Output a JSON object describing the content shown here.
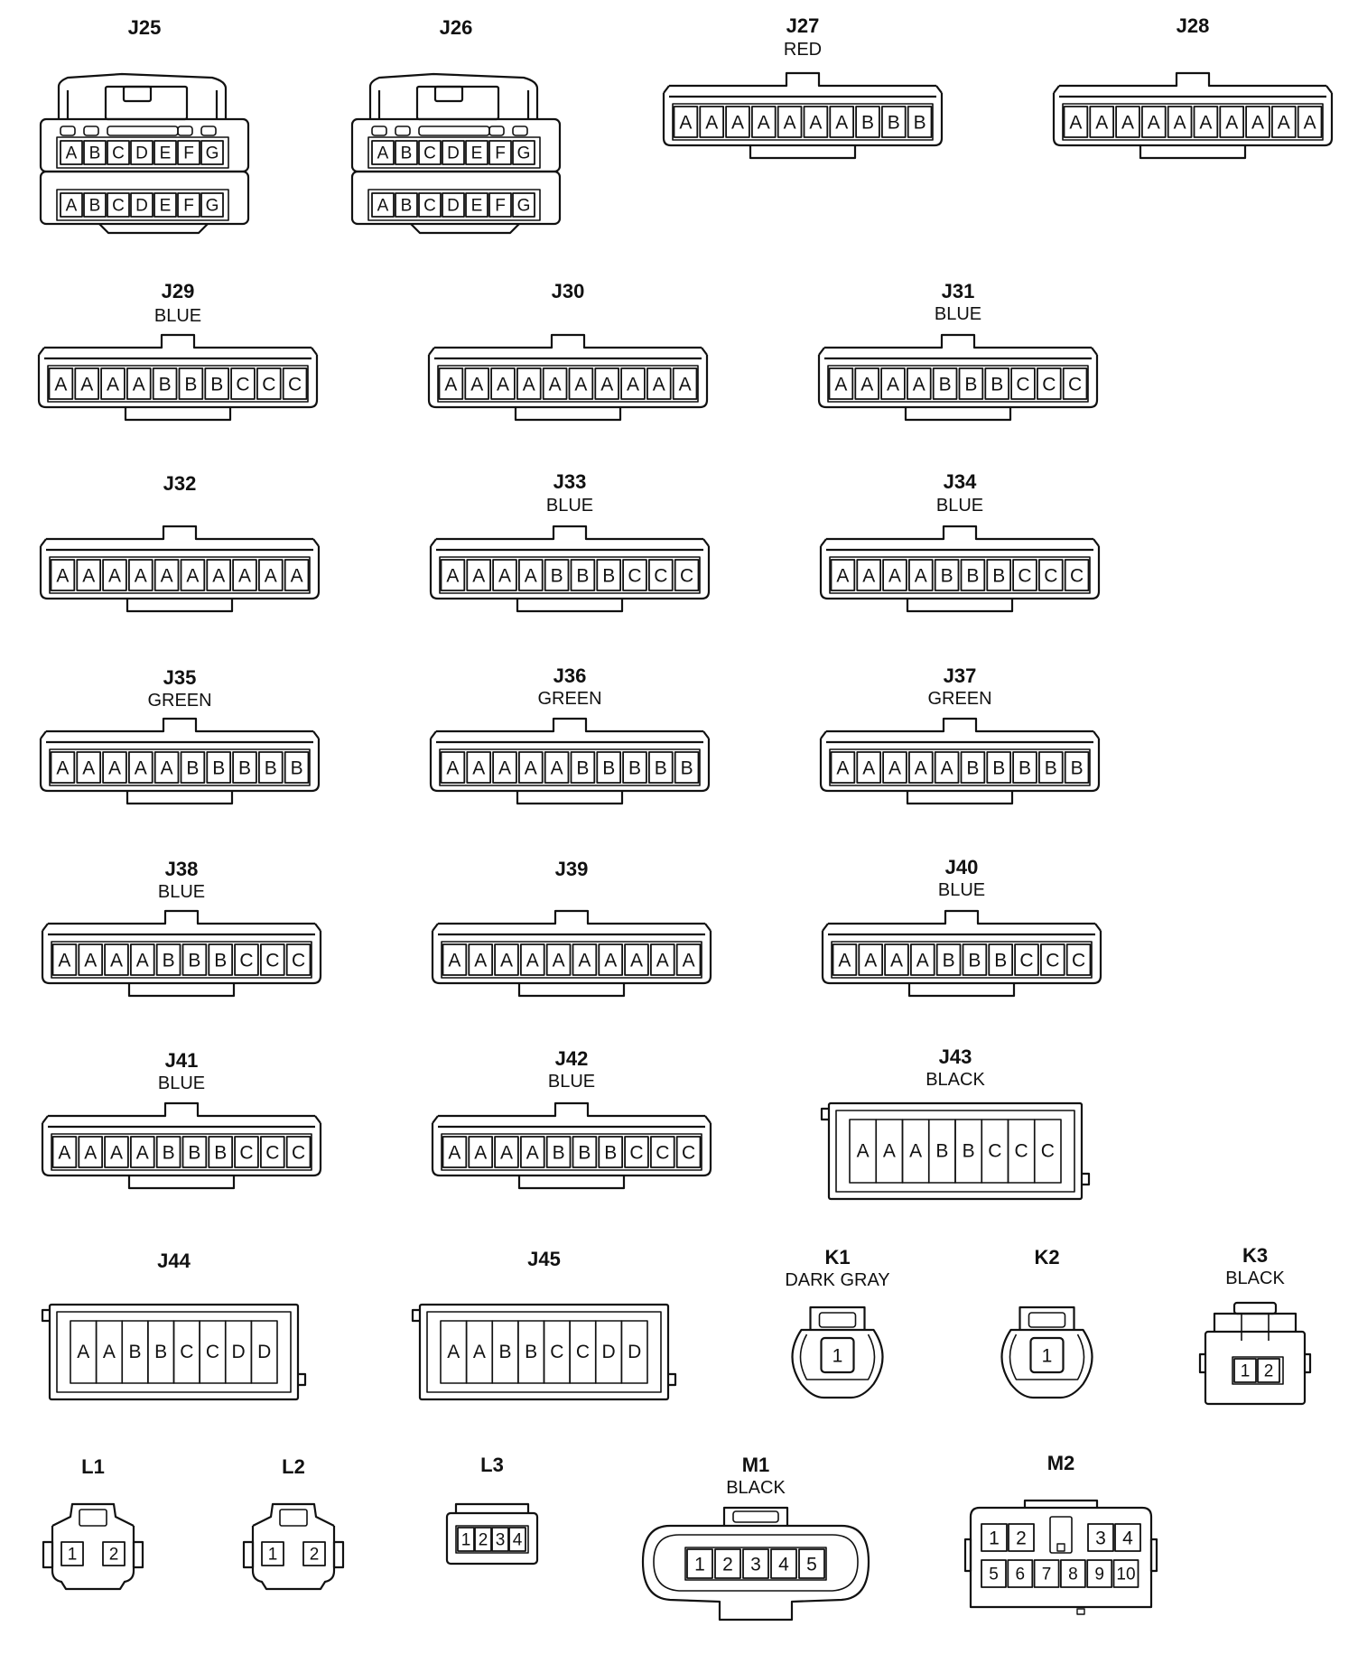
{
  "connectors": [
    {
      "id": "J25",
      "label": "J25",
      "color": "",
      "pins": [
        "A",
        "B",
        "C",
        "D",
        "E",
        "F",
        "G",
        "A",
        "B",
        "C",
        "D",
        "E",
        "F",
        "G"
      ]
    },
    {
      "id": "J26",
      "label": "J26",
      "color": "",
      "pins": [
        "A",
        "B",
        "C",
        "D",
        "E",
        "F",
        "G",
        "A",
        "B",
        "C",
        "D",
        "E",
        "F",
        "G"
      ]
    },
    {
      "id": "J27",
      "label": "J27",
      "color": "RED",
      "pins": [
        "A",
        "A",
        "A",
        "A",
        "A",
        "A",
        "A",
        "B",
        "B",
        "B"
      ]
    },
    {
      "id": "J28",
      "label": "J28",
      "color": "",
      "pins": [
        "A",
        "A",
        "A",
        "A",
        "A",
        "A",
        "A",
        "A",
        "A",
        "A"
      ]
    },
    {
      "id": "J29",
      "label": "J29",
      "color": "BLUE",
      "pins": [
        "A",
        "A",
        "A",
        "A",
        "B",
        "B",
        "B",
        "C",
        "C",
        "C"
      ]
    },
    {
      "id": "J30",
      "label": "J30",
      "color": "",
      "pins": [
        "A",
        "A",
        "A",
        "A",
        "A",
        "A",
        "A",
        "A",
        "A",
        "A"
      ]
    },
    {
      "id": "J31",
      "label": "J31",
      "color": "BLUE",
      "pins": [
        "A",
        "A",
        "A",
        "A",
        "B",
        "B",
        "B",
        "C",
        "C",
        "C"
      ]
    },
    {
      "id": "J32",
      "label": "J32",
      "color": "",
      "pins": [
        "A",
        "A",
        "A",
        "A",
        "A",
        "A",
        "A",
        "A",
        "A",
        "A"
      ]
    },
    {
      "id": "J33",
      "label": "J33",
      "color": "BLUE",
      "pins": [
        "A",
        "A",
        "A",
        "A",
        "B",
        "B",
        "B",
        "C",
        "C",
        "C"
      ]
    },
    {
      "id": "J34",
      "label": "J34",
      "color": "BLUE",
      "pins": [
        "A",
        "A",
        "A",
        "A",
        "B",
        "B",
        "B",
        "C",
        "C",
        "C"
      ]
    },
    {
      "id": "J35",
      "label": "J35",
      "color": "GREEN",
      "pins": [
        "A",
        "A",
        "A",
        "A",
        "A",
        "B",
        "B",
        "B",
        "B",
        "B"
      ]
    },
    {
      "id": "J36",
      "label": "J36",
      "color": "GREEN",
      "pins": [
        "A",
        "A",
        "A",
        "A",
        "A",
        "B",
        "B",
        "B",
        "B",
        "B"
      ]
    },
    {
      "id": "J37",
      "label": "J37",
      "color": "GREEN",
      "pins": [
        "A",
        "A",
        "A",
        "A",
        "A",
        "B",
        "B",
        "B",
        "B",
        "B"
      ]
    },
    {
      "id": "J38",
      "label": "J38",
      "color": "BLUE",
      "pins": [
        "A",
        "A",
        "A",
        "A",
        "B",
        "B",
        "B",
        "C",
        "C",
        "C"
      ]
    },
    {
      "id": "J39",
      "label": "J39",
      "color": "",
      "pins": [
        "A",
        "A",
        "A",
        "A",
        "A",
        "A",
        "A",
        "A",
        "A",
        "A"
      ]
    },
    {
      "id": "J40",
      "label": "J40",
      "color": "BLUE",
      "pins": [
        "A",
        "A",
        "A",
        "A",
        "B",
        "B",
        "B",
        "C",
        "C",
        "C"
      ]
    },
    {
      "id": "J41",
      "label": "J41",
      "color": "BLUE",
      "pins": [
        "A",
        "A",
        "A",
        "A",
        "B",
        "B",
        "B",
        "C",
        "C",
        "C"
      ]
    },
    {
      "id": "J42",
      "label": "J42",
      "color": "BLUE",
      "pins": [
        "A",
        "A",
        "A",
        "A",
        "B",
        "B",
        "B",
        "C",
        "C",
        "C"
      ]
    },
    {
      "id": "J43",
      "label": "J43",
      "color": "BLACK",
      "pins": [
        "A",
        "A",
        "A",
        "B",
        "B",
        "C",
        "C",
        "C"
      ]
    },
    {
      "id": "J44",
      "label": "J44",
      "color": "",
      "pins": [
        "A",
        "A",
        "B",
        "B",
        "C",
        "C",
        "D",
        "D"
      ]
    },
    {
      "id": "J45",
      "label": "J45",
      "color": "",
      "pins": [
        "A",
        "A",
        "B",
        "B",
        "C",
        "C",
        "D",
        "D"
      ]
    },
    {
      "id": "K1",
      "label": "K1",
      "color": "DARK GRAY",
      "pins": [
        "1"
      ]
    },
    {
      "id": "K2",
      "label": "K2",
      "color": "",
      "pins": [
        "1"
      ]
    },
    {
      "id": "K3",
      "label": "K3",
      "color": "BLACK",
      "pins": [
        "1",
        "2"
      ]
    },
    {
      "id": "L1",
      "label": "L1",
      "color": "",
      "pins": [
        "1",
        "2"
      ]
    },
    {
      "id": "L2",
      "label": "L2",
      "color": "",
      "pins": [
        "1",
        "2"
      ]
    },
    {
      "id": "L3",
      "label": "L3",
      "color": "",
      "pins": [
        "1",
        "2",
        "3",
        "4"
      ]
    },
    {
      "id": "M1",
      "label": "M1",
      "color": "BLACK",
      "pins": [
        "1",
        "2",
        "3",
        "4",
        "5"
      ]
    },
    {
      "id": "M2",
      "label": "M2",
      "color": "",
      "pins": [
        "1",
        "2",
        "3",
        "4",
        "5",
        "6",
        "7",
        "8",
        "9",
        "10"
      ]
    }
  ]
}
